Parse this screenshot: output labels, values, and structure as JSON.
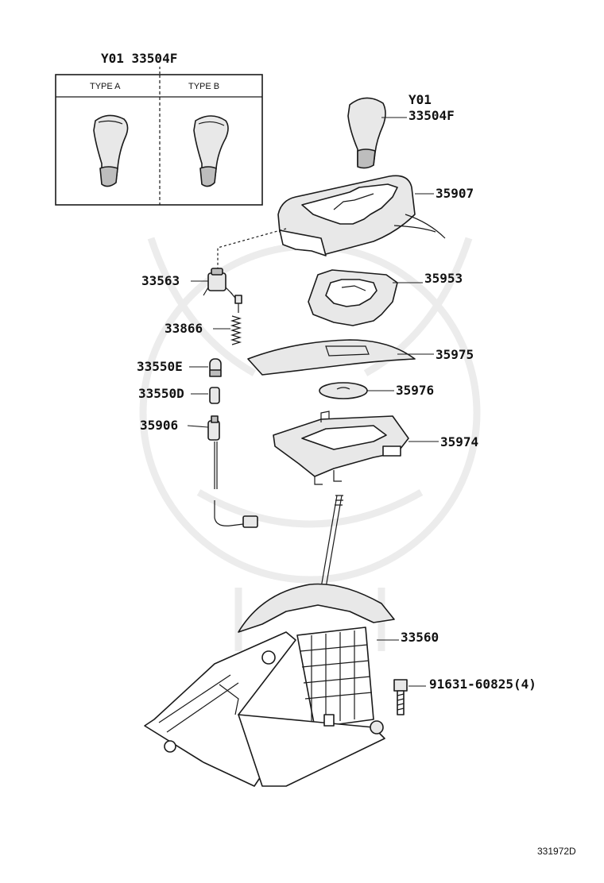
{
  "inset": {
    "title": "Y01 33504F",
    "type_a": "TYPE A",
    "type_b": "TYPE B"
  },
  "callouts": [
    {
      "id": "knob",
      "label_line1": "Y01",
      "label_line2": "33504F"
    },
    {
      "id": "35907",
      "label": "35907"
    },
    {
      "id": "33563",
      "label": "33563"
    },
    {
      "id": "35953",
      "label": "35953"
    },
    {
      "id": "33866",
      "label": "33866"
    },
    {
      "id": "35975",
      "label": "35975"
    },
    {
      "id": "33550E",
      "label": "33550E"
    },
    {
      "id": "35976",
      "label": "35976"
    },
    {
      "id": "33550D",
      "label": "33550D"
    },
    {
      "id": "35906",
      "label": "35906"
    },
    {
      "id": "35974",
      "label": "35974"
    },
    {
      "id": "33560",
      "label": "33560"
    },
    {
      "id": "91631",
      "label": "91631-60825(4)"
    }
  ],
  "diagram_code": "331972D"
}
